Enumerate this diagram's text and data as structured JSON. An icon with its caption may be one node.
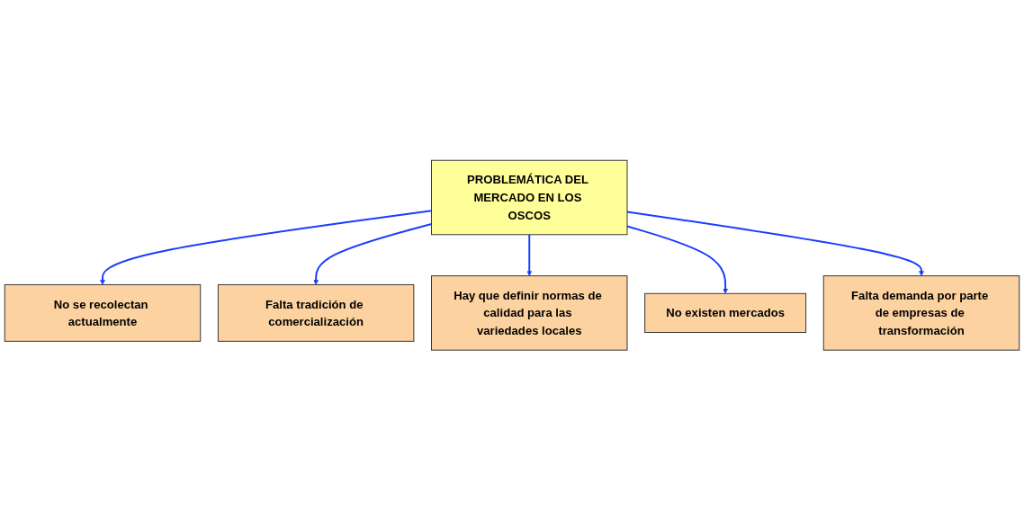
{
  "diagram": {
    "nodes": [
      {
        "text": [
          "PROBLEMÁTICA DEL MERCADO EN LOS OSCOS"
        ]
      },
      {
        "text": [
          "No se recolectan actualmente"
        ]
      },
      {
        "text": [
          "Falta tradición de comercialización"
        ]
      },
      {
        "text": [
          "Hay que definir normas de calidad para las variedades locales"
        ]
      },
      {
        "text": [
          "No existen mercados"
        ]
      },
      {
        "text": [
          "Falta demanda por parte de empresas de transformación"
        ]
      }
    ],
    "edges": [
      {
        "from": 0,
        "to": 1,
        "arrow": "to"
      },
      {
        "from": 0,
        "to": 2,
        "arrow": "to"
      },
      {
        "from": 0,
        "to": 3,
        "arrow": "to"
      },
      {
        "from": 0,
        "to": 4,
        "arrow": "to"
      },
      {
        "from": 0,
        "to": 5,
        "arrow": "to"
      }
    ]
  }
}
